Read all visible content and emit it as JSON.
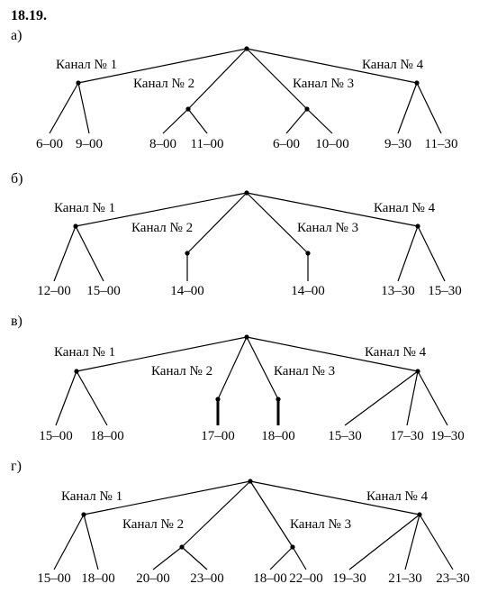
{
  "title": "18.19.",
  "parts": [
    {
      "label": "а)",
      "channels": [
        {
          "name": "Канал № 1",
          "leaves": [
            "6–00",
            "9–00"
          ]
        },
        {
          "name": "Канал № 2",
          "leaves": [
            "8–00",
            "11–00"
          ]
        },
        {
          "name": "Канал № 3",
          "leaves": [
            "6–00",
            "10–00"
          ]
        },
        {
          "name": "Канал № 4",
          "leaves": [
            "9–30",
            "11–30"
          ]
        }
      ]
    },
    {
      "label": "б)",
      "channels": [
        {
          "name": "Канал № 1",
          "leaves": [
            "12–00",
            "15–00"
          ]
        },
        {
          "name": "Канал № 2",
          "leaves": [
            "14–00"
          ]
        },
        {
          "name": "Канал № 3",
          "leaves": [
            "14–00"
          ]
        },
        {
          "name": "Канал № 4",
          "leaves": [
            "13–30",
            "15–30"
          ]
        }
      ]
    },
    {
      "label": "в)",
      "channels": [
        {
          "name": "Канал № 1",
          "leaves": [
            "15–00",
            "18–00"
          ]
        },
        {
          "name": "Канал № 2",
          "leaves": [
            "17–00"
          ]
        },
        {
          "name": "Канал № 3",
          "leaves": [
            "18–00"
          ]
        },
        {
          "name": "Канал № 4",
          "leaves": [
            "15–30",
            "17–30",
            "19–30"
          ]
        }
      ]
    },
    {
      "label": "г)",
      "channels": [
        {
          "name": "Канал № 1",
          "leaves": [
            "15–00",
            "18–00"
          ]
        },
        {
          "name": "Канал № 2",
          "leaves": [
            "20–00",
            "23–00"
          ]
        },
        {
          "name": "Канал № 3",
          "leaves": [
            "18–00",
            "22–00"
          ]
        },
        {
          "name": "Канал № 4",
          "leaves": [
            "19–30",
            "21–30",
            "23–30"
          ]
        }
      ]
    }
  ]
}
